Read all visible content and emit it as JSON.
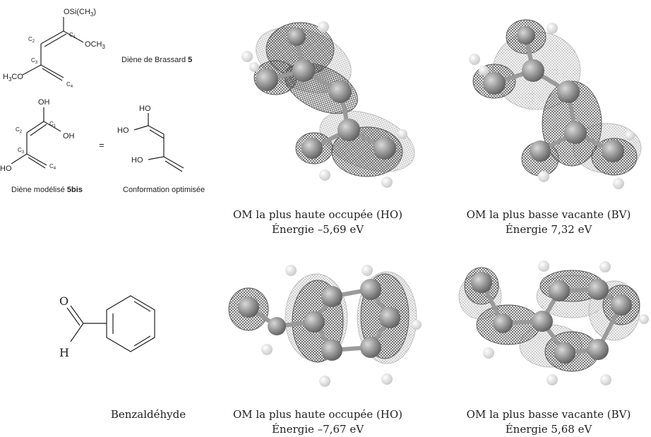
{
  "brassard": {
    "osi": "OSi(CH",
    "sub3": "3",
    "close3": ")",
    "c1": "C",
    "c1s": "1",
    "och3": "OCH",
    "och3s": "3",
    "c2": "C",
    "c2s": "2",
    "c3": "C",
    "c3s": "3",
    "h3co_a": "H",
    "h3co_s": "3",
    "h3co_b": "CO",
    "c4": "C",
    "c4s": "4",
    "name": "Diène de Brassard ",
    "name_num": "5"
  },
  "model": {
    "oh_top": "OH",
    "oh_right": "OH",
    "c1": "C",
    "c1s": "1",
    "c2": "C",
    "c2s": "2",
    "c3": "C",
    "c3s": "3",
    "c4": "C",
    "c4s": "4",
    "ho": "HO",
    "equals": "=",
    "name": "Diène modélisé ",
    "name_num": "5bis"
  },
  "optimized": {
    "ho_top": "HO",
    "ho_mid": "HO",
    "ho_bot": "HO",
    "caption": "Conformation optimisée"
  },
  "benzaldehyde": {
    "o": "O",
    "h": "H",
    "name": "Benzaldéhyde"
  },
  "orbitals": [
    {
      "line1": "OM la plus haute occupée (HO)",
      "line2": "Énergie –5,69 eV"
    },
    {
      "line1": "OM la plus basse vacante (BV)",
      "line2": "Énergie 7,32 eV"
    },
    {
      "line1": "OM la plus haute occupée (HO)",
      "line2": "Énergie –7,67 eV"
    },
    {
      "line1": "OM la plus basse vacante (BV)",
      "line2": "Énergie 5,68 eV"
    }
  ],
  "colors": {
    "mesh_dark": "#555555",
    "mesh_light": "#b5b5b5",
    "atom": "#8a8a8a",
    "hydrogen": "#e6e6e6",
    "bond": "#a9a9a9"
  }
}
